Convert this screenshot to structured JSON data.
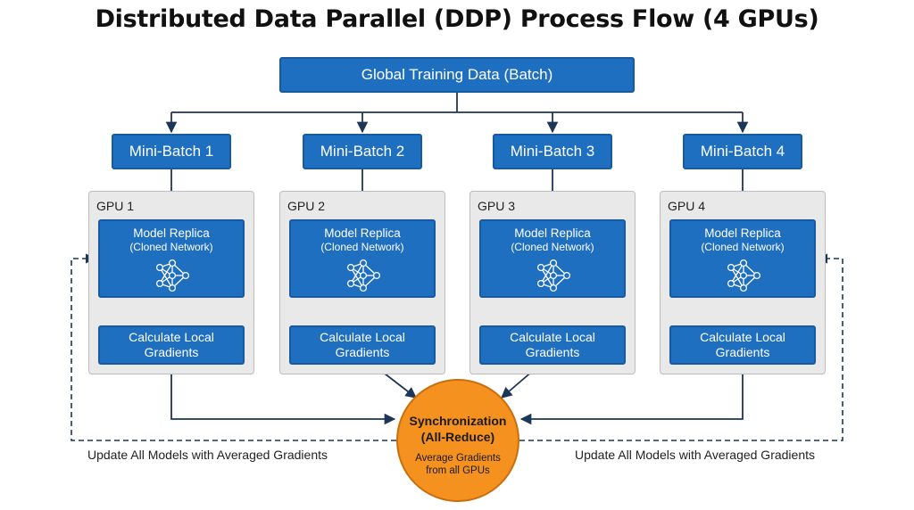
{
  "title": "Distributed Data Parallel (DDP) Process Flow (4 GPUs)",
  "global_data": "Global Training Data (Batch)",
  "lanes": [
    {
      "mini_batch": "Mini-Batch 1",
      "gpu": "GPU 1",
      "model_title": "Model Replica",
      "model_sub": "(Cloned Network)",
      "grad_line1": "Calculate Local",
      "grad_line2": "Gradients"
    },
    {
      "mini_batch": "Mini-Batch 2",
      "gpu": "GPU 2",
      "model_title": "Model Replica",
      "model_sub": "(Cloned Network)",
      "grad_line1": "Calculate Local",
      "grad_line2": "Gradients"
    },
    {
      "mini_batch": "Mini-Batch 3",
      "gpu": "GPU 3",
      "model_title": "Model Replica",
      "model_sub": "(Cloned Network)",
      "grad_line1": "Calculate Local",
      "grad_line2": "Gradients"
    },
    {
      "mini_batch": "Mini-Batch 4",
      "gpu": "GPU 4",
      "model_title": "Model Replica",
      "model_sub": "(Cloned Network)",
      "grad_line1": "Calculate Local",
      "grad_line2": "Gradients"
    }
  ],
  "sync": {
    "title_line1": "Synchronization",
    "title_line2": "(All-Reduce)",
    "detail": "Average Gradients from all GPUs"
  },
  "update_left": "Update All Models with Averaged Gradients",
  "update_right": "Update All Models with Averaged Gradients",
  "colors": {
    "box_blue": "#1f6fc0",
    "arrow_navy": "#1d3557",
    "gpu_panel": "#e9e9e9",
    "sync_orange": "#f5921f"
  },
  "icons": {
    "network": "neural-network-icon"
  }
}
